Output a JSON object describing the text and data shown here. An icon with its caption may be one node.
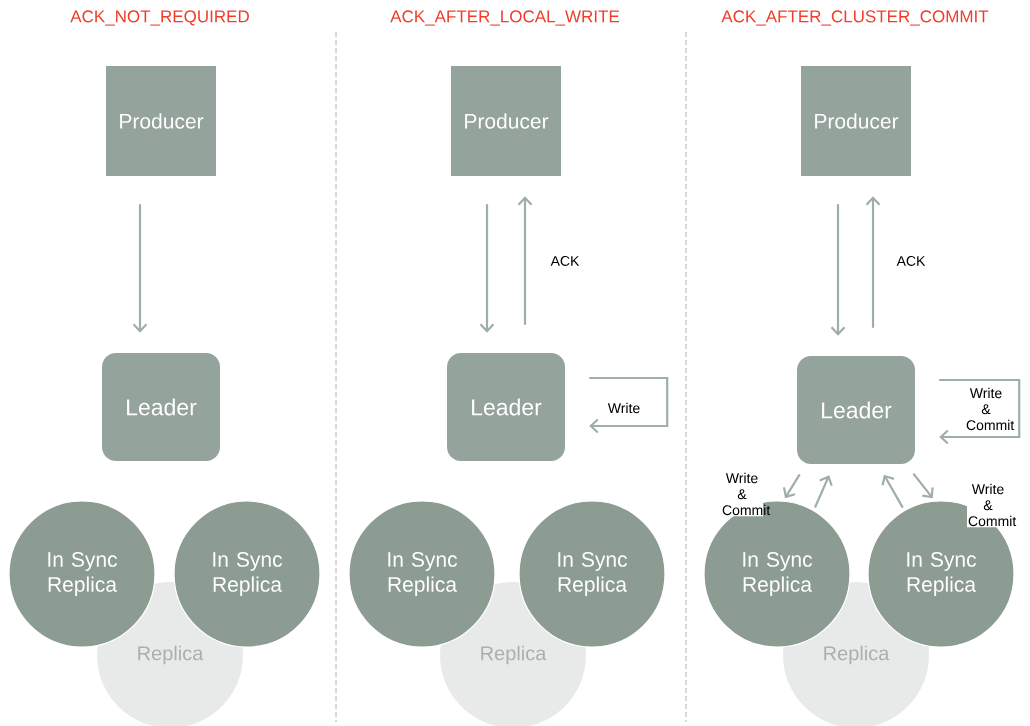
{
  "diagram": {
    "nodes": [
      {
        "text": [
          "Producer"
        ]
      },
      {
        "text": [
          "Leader"
        ]
      },
      {
        "text": [
          "In Sync Replica"
        ]
      },
      {
        "text": [
          "In Sync Replica"
        ]
      },
      {
        "text": [
          "Replica"
        ]
      },
      {
        "text": [
          "Producer"
        ]
      },
      {
        "text": [
          "Leader"
        ]
      },
      {
        "text": [
          "In Sync Replica"
        ]
      },
      {
        "text": [
          "In Sync Replica"
        ]
      },
      {
        "text": [
          "Replica"
        ]
      },
      {
        "text": [
          "Producer"
        ]
      },
      {
        "text": [
          "Leader"
        ]
      },
      {
        "text": [
          "In Sync Replica"
        ]
      },
      {
        "text": [
          "In Sync Replica"
        ]
      },
      {
        "text": [
          "Replica"
        ]
      }
    ],
    "edges": [
      {
        "from": 0,
        "to": 1,
        "arrow": "to"
      },
      {
        "from": 5,
        "to": 6,
        "arrow": "to"
      },
      {
        "from": 6,
        "to": 5,
        "arrow": "to",
        "label": "ACK"
      },
      {
        "from": 6,
        "to": 6,
        "arrow": "to",
        "label": "Write"
      },
      {
        "from": 10,
        "to": 11,
        "arrow": "to"
      },
      {
        "from": 11,
        "to": 10,
        "arrow": "to",
        "label": "ACK"
      },
      {
        "from": 11,
        "to": 11,
        "arrow": "to",
        "label": "Write & Commit"
      },
      {
        "from": 11,
        "to": 12,
        "arrow": "to",
        "label": "Write & Commit"
      },
      {
        "from": 12,
        "to": 11,
        "arrow": "to"
      },
      {
        "from": 13,
        "to": 11,
        "arrow": "to"
      },
      {
        "from": 11,
        "to": 13,
        "arrow": "to",
        "label": "Write & Commit"
      }
    ],
    "labels": [
      "ACK_NOT_REQUIRED",
      "ACK_AFTER_LOCAL_WRITE",
      "ACK_AFTER_CLUSTER_COMMIT"
    ]
  }
}
